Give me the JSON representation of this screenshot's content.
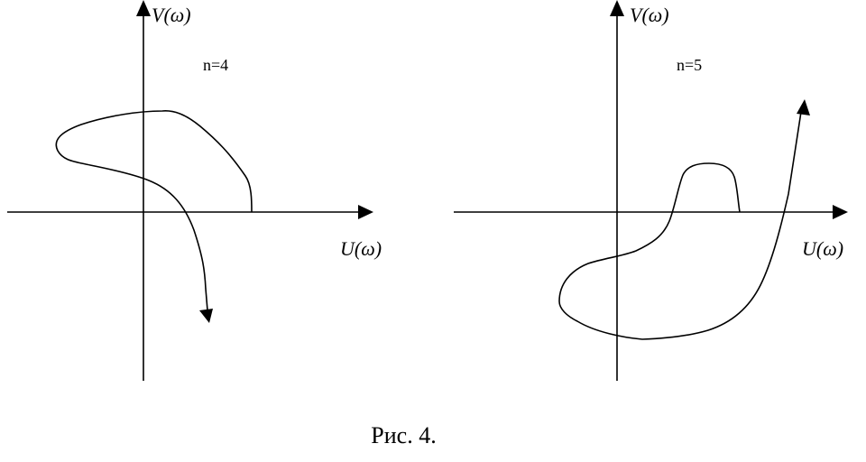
{
  "diagrams": [
    {
      "id": "left",
      "v_axis_label": "V(ω)",
      "u_axis_label": "U(ω)",
      "n_label": "n=4"
    },
    {
      "id": "right",
      "v_axis_label": "V(ω)",
      "u_axis_label": "U(ω)",
      "n_label": "n=5"
    }
  ],
  "caption": "Рис. 4."
}
